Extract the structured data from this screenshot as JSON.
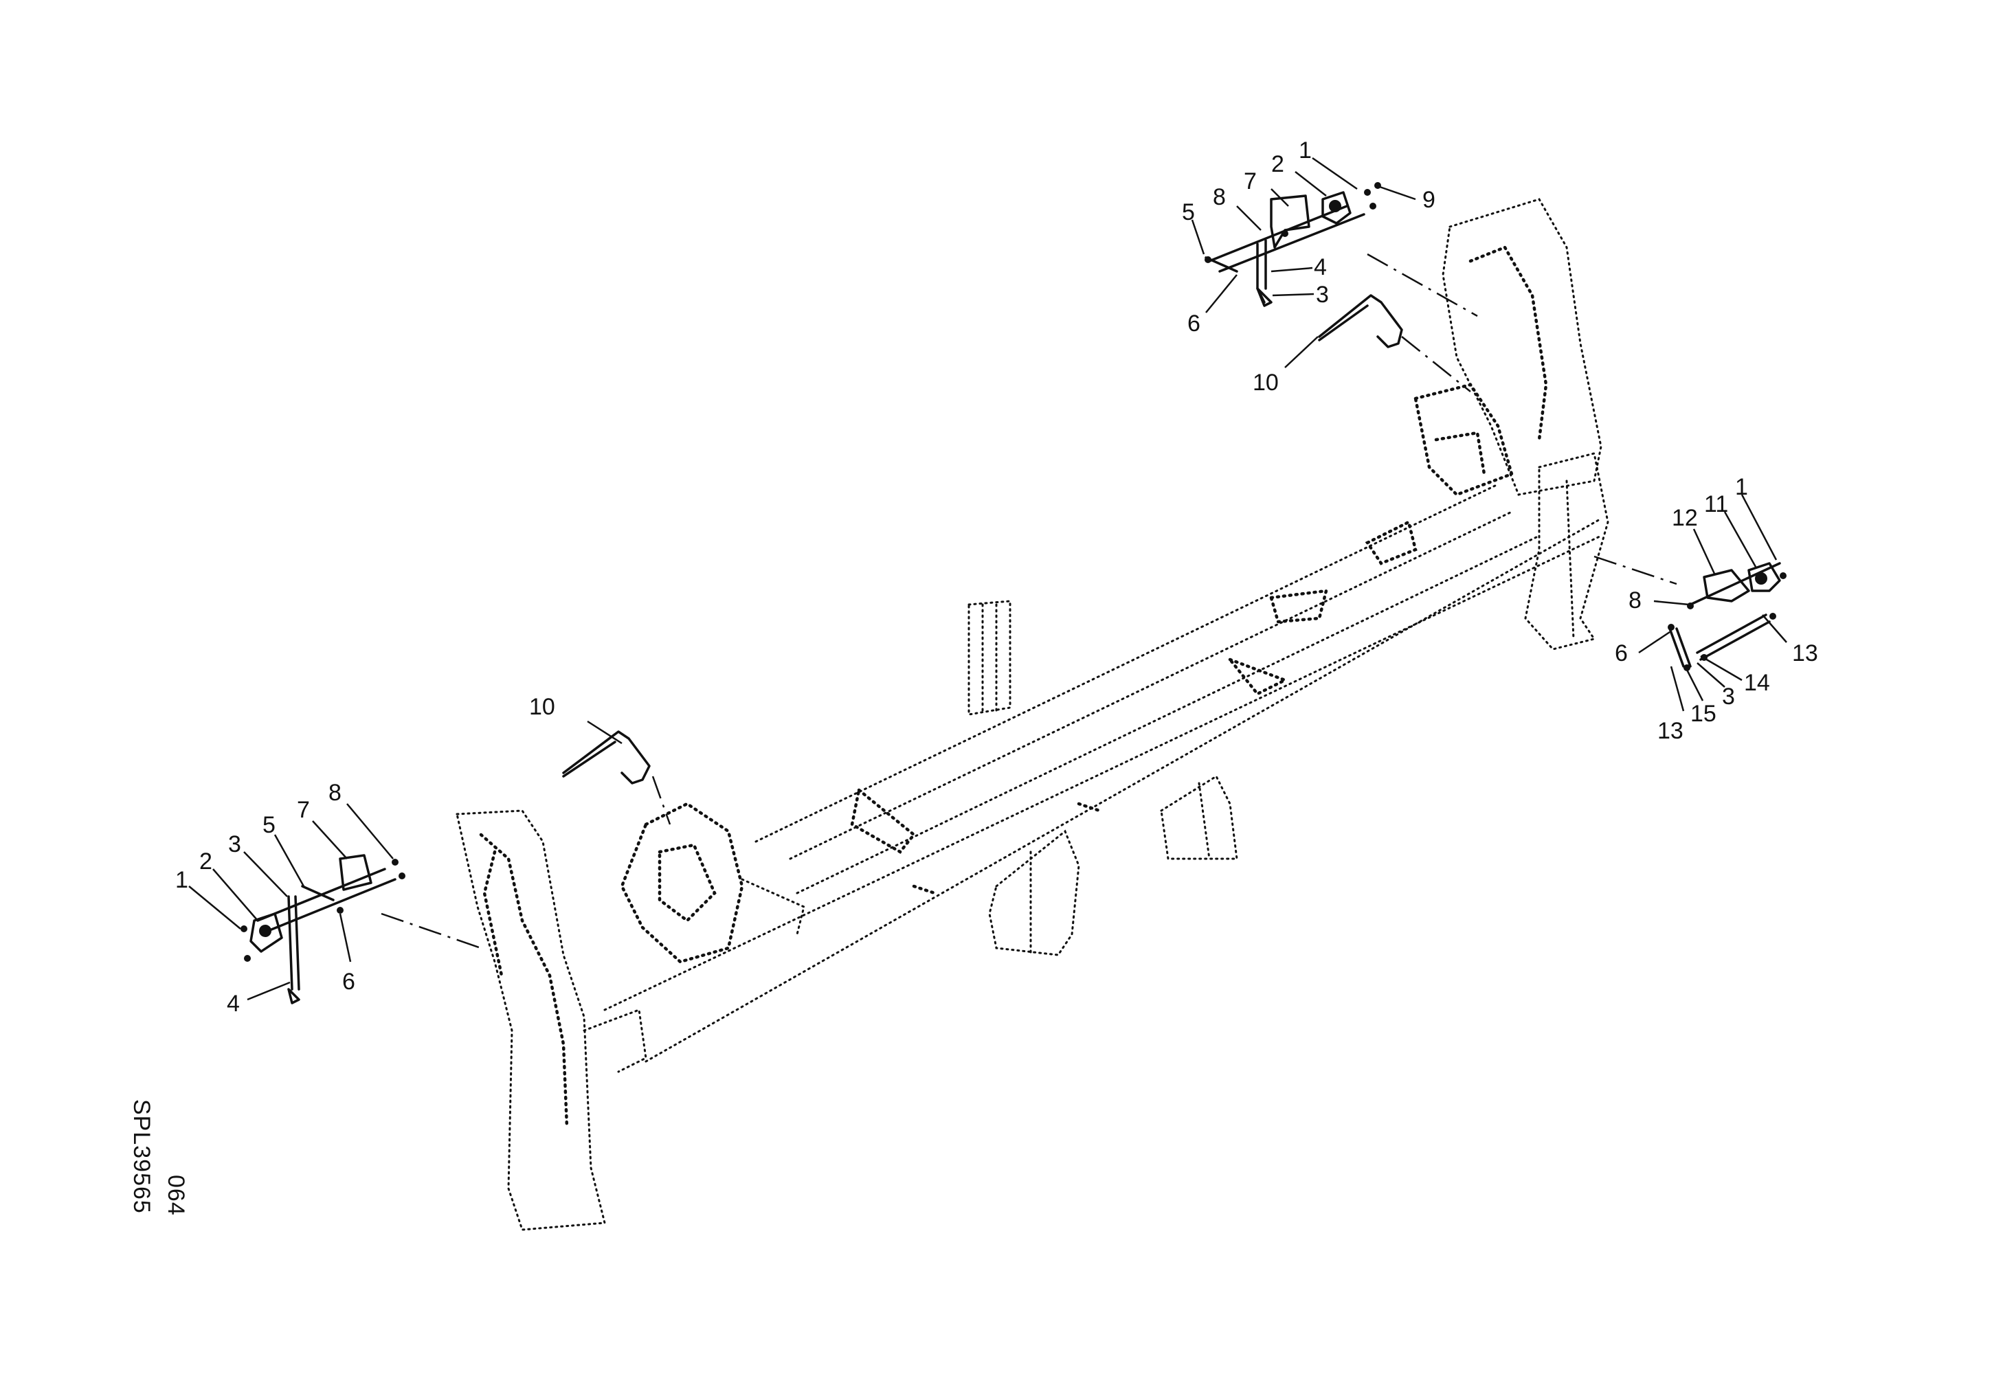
{
  "drawing_code": "SPL39565",
  "sheet_number": "064",
  "callouts": {
    "top_right": {
      "c1": "1",
      "c2": "2",
      "c7": "7",
      "c8": "8",
      "c5": "5",
      "c9": "9",
      "c4": "4",
      "c3": "3",
      "c6": "6",
      "c10": "10"
    },
    "right": {
      "c1": "1",
      "c11": "11",
      "c12": "12",
      "c8": "8",
      "c6": "6",
      "c13a": "13",
      "c13b": "13",
      "c15": "15",
      "c3": "3",
      "c14": "14"
    },
    "left": {
      "c1": "1",
      "c2": "2",
      "c3": "3",
      "c5": "5",
      "c7": "7",
      "c8": "8",
      "c4": "4",
      "c6": "6",
      "c10": "10"
    }
  }
}
